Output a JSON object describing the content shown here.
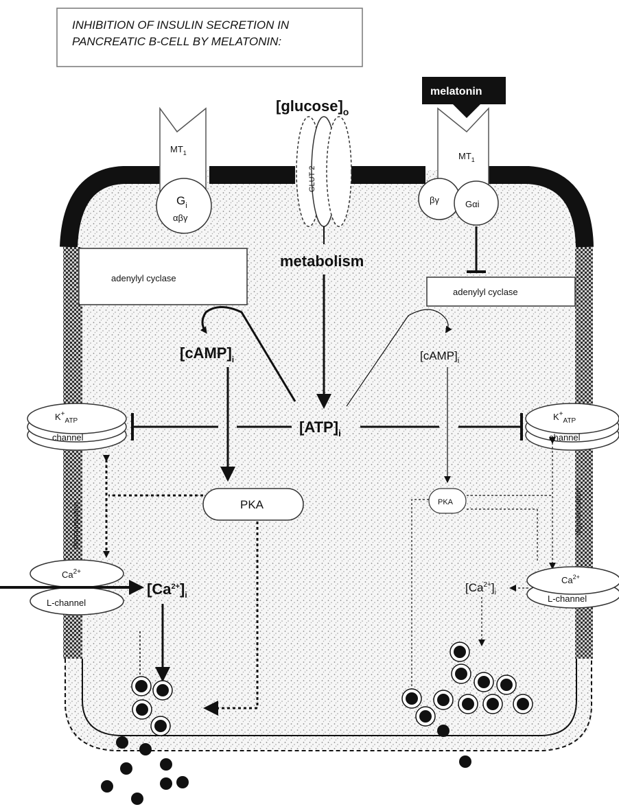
{
  "title_box": {
    "line1": "INHIBITION OF INSULIN SECRETION IN",
    "line2": "PANCREATIC B-CELL BY MELATONIN:"
  },
  "receptors": {
    "left_receptor": "MT",
    "left_receptor_sub": "1",
    "right_receptor": "MT",
    "right_receptor_sub": "1",
    "ligand": "melatonin"
  },
  "g_proteins": {
    "left_main": "G",
    "left_main_sub": "i",
    "left_sub": "αβγ",
    "right_beta_gamma": "βγ",
    "right_alpha": "Gαi"
  },
  "transporter": {
    "label": "GLUT 2",
    "glucose": "[glucose]",
    "glucose_sub": "o"
  },
  "metabolism": "metabolism",
  "enzymes": {
    "left_adenylyl_cyclase": "adenylyl cyclase",
    "right_adenylyl_cyclase": "adenylyl cyclase"
  },
  "messengers": {
    "camp_left": "[cAMP]",
    "camp_left_sub": "i",
    "camp_right": "[cAMP]",
    "camp_right_sub": "i",
    "atp": "[ATP]",
    "atp_sub": "i",
    "ca_left": "[Ca",
    "ca_left_sup": "2+",
    "ca_left_close": "]",
    "ca_left_sub": "i",
    "ca_right": "[Ca",
    "ca_right_sup": "2+",
    "ca_right_close": "]",
    "ca_right_sub": "i"
  },
  "kinases": {
    "pka_left": "PKA",
    "pka_right": "PKA"
  },
  "channels": {
    "katp_left_top": "K",
    "katp_left_sup": "+",
    "katp_left_sub": "ATP",
    "katp_left_bottom": "channel",
    "katp_right_top": "K",
    "katp_right_sup": "+",
    "katp_right_sub": "ATP",
    "katp_right_bottom": "channel",
    "ca_left_top": "Ca",
    "ca_left_top_sup": "2+",
    "ca_left_bottom": "L-channel",
    "ca_right_top": "Ca",
    "ca_right_top_sup": "2+",
    "ca_right_bottom": "L-channel"
  },
  "membrane_labels": {
    "left": "depolarisation",
    "right": "depolarisation"
  },
  "colors": {
    "membrane": "#111111",
    "stipple": "#777777",
    "line": "#111111"
  }
}
